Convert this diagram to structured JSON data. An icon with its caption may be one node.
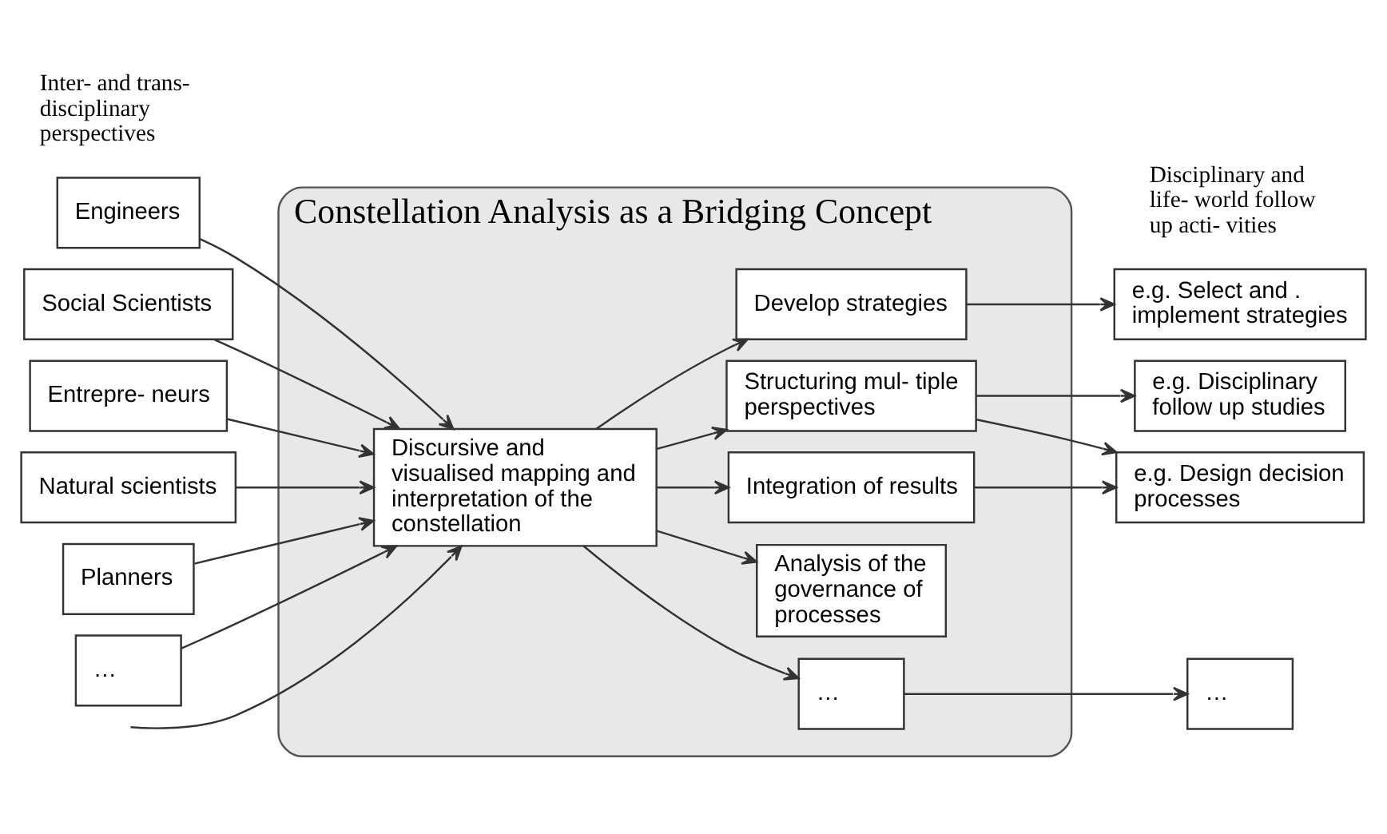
{
  "diagram": {
    "nodes": [
      {
        "text": [
          "Constellation Analysis as a Bridging Concept"
        ]
      },
      {
        "text": [
          "Engineers"
        ]
      },
      {
        "text": [
          "Social Scientists"
        ]
      },
      {
        "text": [
          "Entrepre- neurs"
        ]
      },
      {
        "text": [
          "Natural scientists"
        ]
      },
      {
        "text": [
          "Planners"
        ]
      },
      {
        "text": [
          "…"
        ]
      },
      {
        "text": [
          "Discursive and visualised mapping and interpretation of the constellation"
        ],
        "in": 0
      },
      {
        "text": [
          "Develop strategies"
        ],
        "in": 0
      },
      {
        "text": [
          "Analysis of the governance of processes"
        ],
        "in": 0
      },
      {
        "text": [
          "Structuring mul- tiple perspectives"
        ],
        "in": 0
      },
      {
        "text": [
          "Integration of results"
        ],
        "in": 0
      },
      {
        "text": [
          "…"
        ],
        "in": 0
      },
      {
        "text": [
          "e.g. Select and . implement strategies"
        ]
      },
      {
        "text": [
          "e.g. Disciplinary follow up studies"
        ]
      },
      {
        "text": [
          "e.g. Design decision processes"
        ]
      },
      {
        "text": [
          "…"
        ]
      }
    ],
    "edges": [
      {
        "from": 1,
        "to": 7,
        "arrow": "to"
      },
      {
        "from": 2,
        "to": 7,
        "arrow": "to"
      },
      {
        "from": 3,
        "to": 7,
        "arrow": "to"
      },
      {
        "from": null,
        "to": 7,
        "arrow": "to"
      },
      {
        "from": 4,
        "to": 7,
        "arrow": "to"
      },
      {
        "from": 5,
        "to": 7,
        "arrow": "to"
      },
      {
        "from": 6,
        "to": 7,
        "arrow": "to"
      },
      {
        "from": 7,
        "to": 8,
        "arrow": "to"
      },
      {
        "from": 7,
        "to": 9,
        "arrow": "to"
      },
      {
        "from": 7,
        "to": 10,
        "arrow": "to"
      },
      {
        "from": 7,
        "to": 11,
        "arrow": "to"
      },
      {
        "from": 7,
        "to": 12,
        "arrow": "to"
      },
      {
        "from": 8,
        "to": 13,
        "arrow": "to"
      },
      {
        "from": 10,
        "to": 14,
        "arrow": "to"
      },
      {
        "from": 10,
        "to": 15,
        "arrow": "to"
      },
      {
        "from": 11,
        "to": 15,
        "arrow": "to"
      },
      {
        "from": 12,
        "to": 16,
        "arrow": "to"
      }
    ],
    "labels": [
      "Inter- and trans- disciplinary perspectives",
      "Disciplinary and life- world follow up acti- vities"
    ]
  }
}
